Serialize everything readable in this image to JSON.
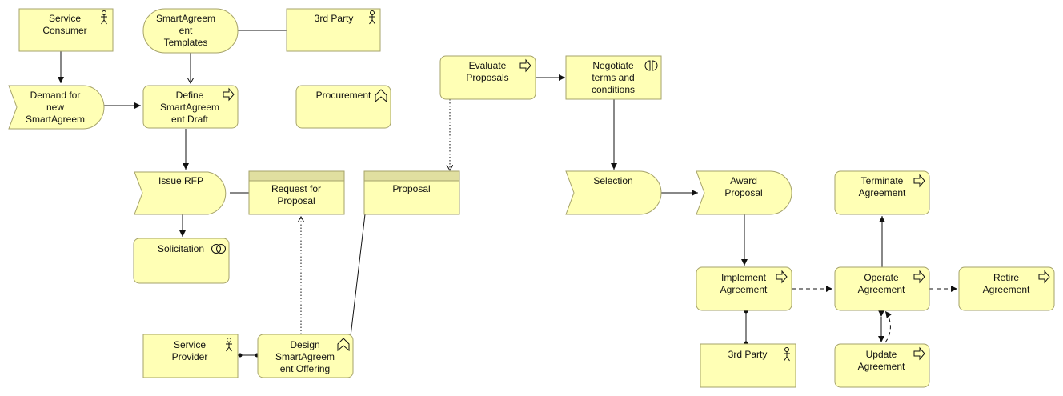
{
  "nodes": {
    "service_consumer": "Service\nConsumer",
    "templates": "SmartAgreem\nent\nTemplates",
    "third_party_top": "3rd Party",
    "demand": "Demand for\nnew\nSmartAgreem",
    "define": "Define\nSmartAgreem\nent Draft",
    "procurement": "Procurement",
    "evaluate": "Evaluate\nProposals",
    "negotiate": "Negotiate\nterms and\nconditions",
    "issue_rfp": "Issue RFP",
    "rfp_object": "Request for\nProposal",
    "proposal_object": "Proposal",
    "selection": "Selection",
    "award": "Award\nProposal",
    "terminate": "Terminate\nAgreement",
    "solicitation": "Solicitation",
    "implement": "Implement\nAgreement",
    "operate": "Operate\nAgreement",
    "retire": "Retire\nAgreement",
    "service_provider": "Service\nProvider",
    "design": "Design\nSmartAgreem\nent Offering",
    "third_party_bottom": "3rd Party",
    "update": "Update\nAgreement"
  },
  "icons": {
    "service_consumer": "actor-icon",
    "third_party_top": "actor-icon",
    "define": "process-arrow-icon",
    "procurement": "function-icon",
    "evaluate": "process-arrow-icon",
    "negotiate": "interaction-icon",
    "terminate": "process-arrow-icon",
    "solicitation": "collaboration-icon",
    "implement": "process-arrow-icon",
    "operate": "process-arrow-icon",
    "retire": "process-arrow-icon",
    "service_provider": "actor-icon",
    "design": "function-icon",
    "third_party_bottom": "actor-icon",
    "update": "process-arrow-icon"
  },
  "colors": {
    "fill": "#ffffb5",
    "border": "#a6a36a",
    "object_header": "#e0dfa0",
    "line": "#111111"
  }
}
